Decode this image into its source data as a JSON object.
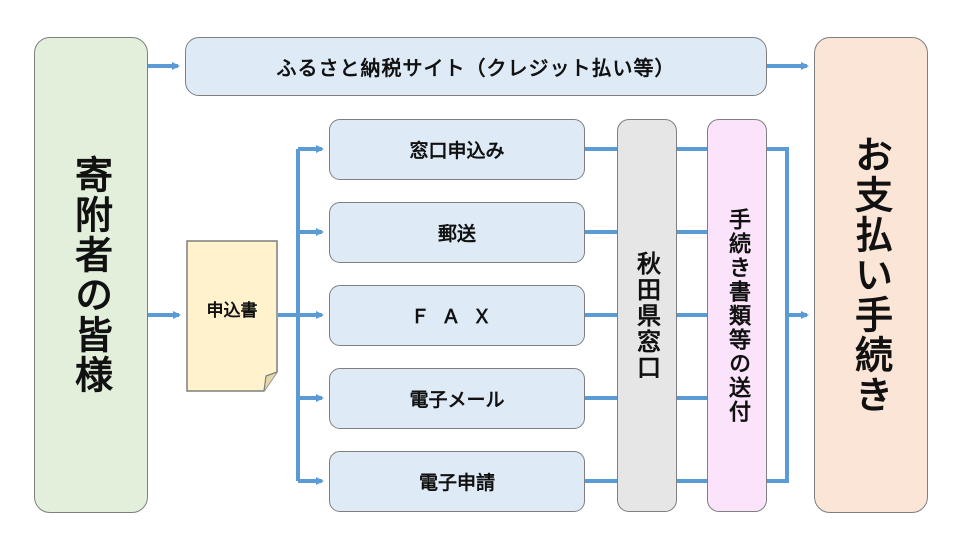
{
  "donor": {
    "label": "寄附者の皆様"
  },
  "furusato": {
    "label": "ふるさと納税サイト（クレジット払い等）"
  },
  "form": {
    "label": "申込書"
  },
  "methods": [
    {
      "label": "窓口申込み"
    },
    {
      "label": "郵送"
    },
    {
      "label": "ＦＡＸ"
    },
    {
      "label": "電子メール"
    },
    {
      "label": "電子申請"
    }
  ],
  "akita_window": {
    "label": "秋田県窓口"
  },
  "procedure_docs": {
    "label": "手続き書類等の送付"
  },
  "payment": {
    "label": "お支払い手続き"
  },
  "colors": {
    "connector": "#5b9bd5",
    "donor_fill": "#e2efda",
    "site_fill": "#deebf7",
    "form_fill": "#fff2cc",
    "window_fill": "#e7e6e6",
    "docs_fill": "#fbe4fb",
    "payment_fill": "#fbe5d6"
  }
}
